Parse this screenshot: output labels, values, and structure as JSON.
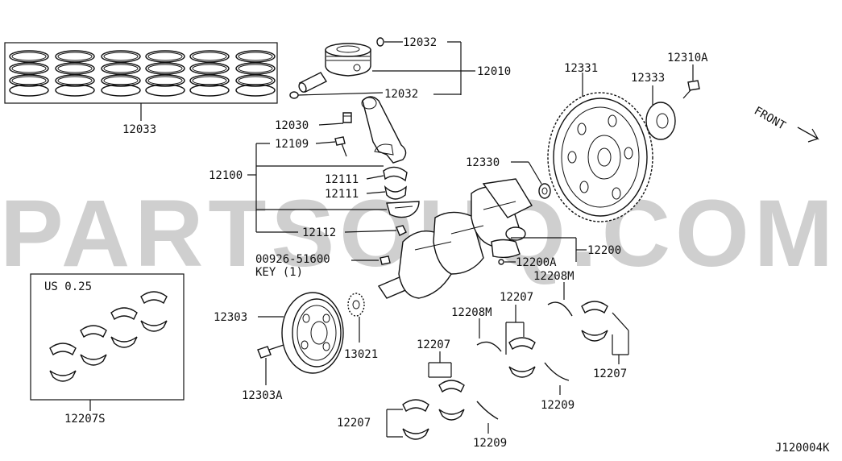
{
  "watermark": "PARTSOUQ.COM",
  "diagram_code": "J120004K",
  "front_label": "FRONT",
  "boxes": {
    "rings_label": "12033",
    "undersize_note": "US 0.25",
    "undersize_label": "12207S"
  },
  "labels": {
    "p12032a": "12032",
    "p12010": "12010",
    "p12032b": "12032",
    "p12030": "12030",
    "p12109": "12109",
    "p12100": "12100",
    "p12111a": "12111",
    "p12111b": "12111",
    "p12112": "12112",
    "p00926": "00926-51600",
    "key": "KEY (1)",
    "p12331": "12331",
    "p12310a": "12310A",
    "p12333": "12333",
    "p12330": "12330",
    "p12200": "12200",
    "p12200a": "12200A",
    "p12303": "12303",
    "p13021": "13021",
    "p12303a": "12303A",
    "p12208m_a": "12208M",
    "p12208m_b": "12208M",
    "p12207_a": "12207",
    "p12207_b": "12207",
    "p12207_c": "12207",
    "p12207_d": "12207",
    "p12209_a": "12209",
    "p12209_b": "12209"
  }
}
